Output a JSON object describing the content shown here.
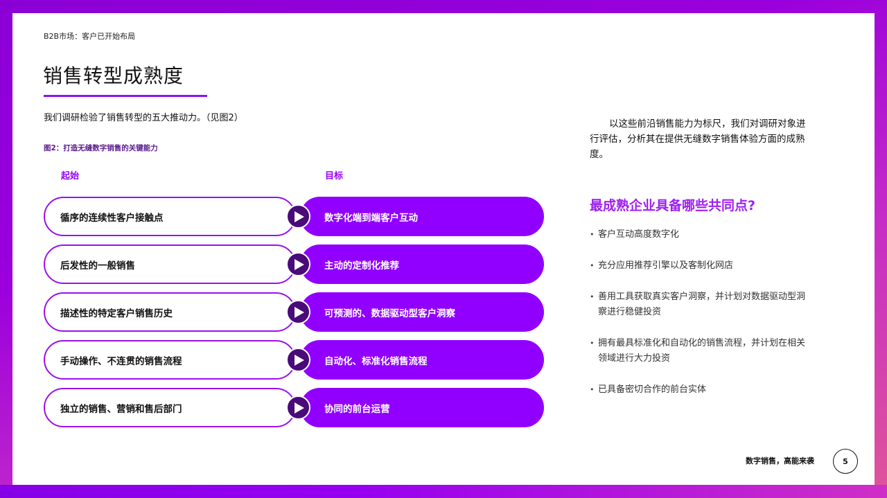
{
  "page": {
    "eyebrow": "B2B市场：客户已开始布局",
    "title": "销售转型成熟度",
    "intro": "我们调研检验了销售转型的五大推动力。（见图2）",
    "figure_caption": "图2：打造无缝数字销售的关键能力"
  },
  "figure": {
    "start_label": "起始",
    "target_label": "目标",
    "rows": [
      {
        "start": "循序的连续性客户接触点",
        "target": "数字化端到端客户互动"
      },
      {
        "start": "后发性的一般销售",
        "target": "主动的定制化推荐"
      },
      {
        "start": "描述性的特定客户销售历史",
        "target": "可预测的、数据驱动型客户洞察"
      },
      {
        "start": "手动操作、不连贯的销售流程",
        "target": "自动化、标准化销售流程"
      },
      {
        "start": "独立的销售、营销和售后部门",
        "target": "协同的前台运营"
      }
    ],
    "icon": "play-arrow-icon"
  },
  "sidebar": {
    "paragraph": "以这些前沿销售能力为标尺，我们对调研对象进行评估，分析其在提供无缝数字销售体验方面的成熟度。",
    "heading": "最成熟企业具备哪些共同点?",
    "bullets": [
      "客户互动高度数字化",
      "充分应用推荐引擎以及客制化网店",
      "善用工具获取真实客户洞察，并计划对数据驱动型洞察进行稳健投资",
      "拥有最具标准化和自动化的销售流程，并计划在相关领域进行大力投资",
      "已具备密切合作的前台实体"
    ]
  },
  "footer": {
    "text": "数字销售，高能来袭",
    "page_number": "5"
  },
  "colors": {
    "accent": "#9100ff",
    "play_circle": "#4a0a78",
    "heading_accent": "#a020f0",
    "caption": "#5a1a8c"
  }
}
